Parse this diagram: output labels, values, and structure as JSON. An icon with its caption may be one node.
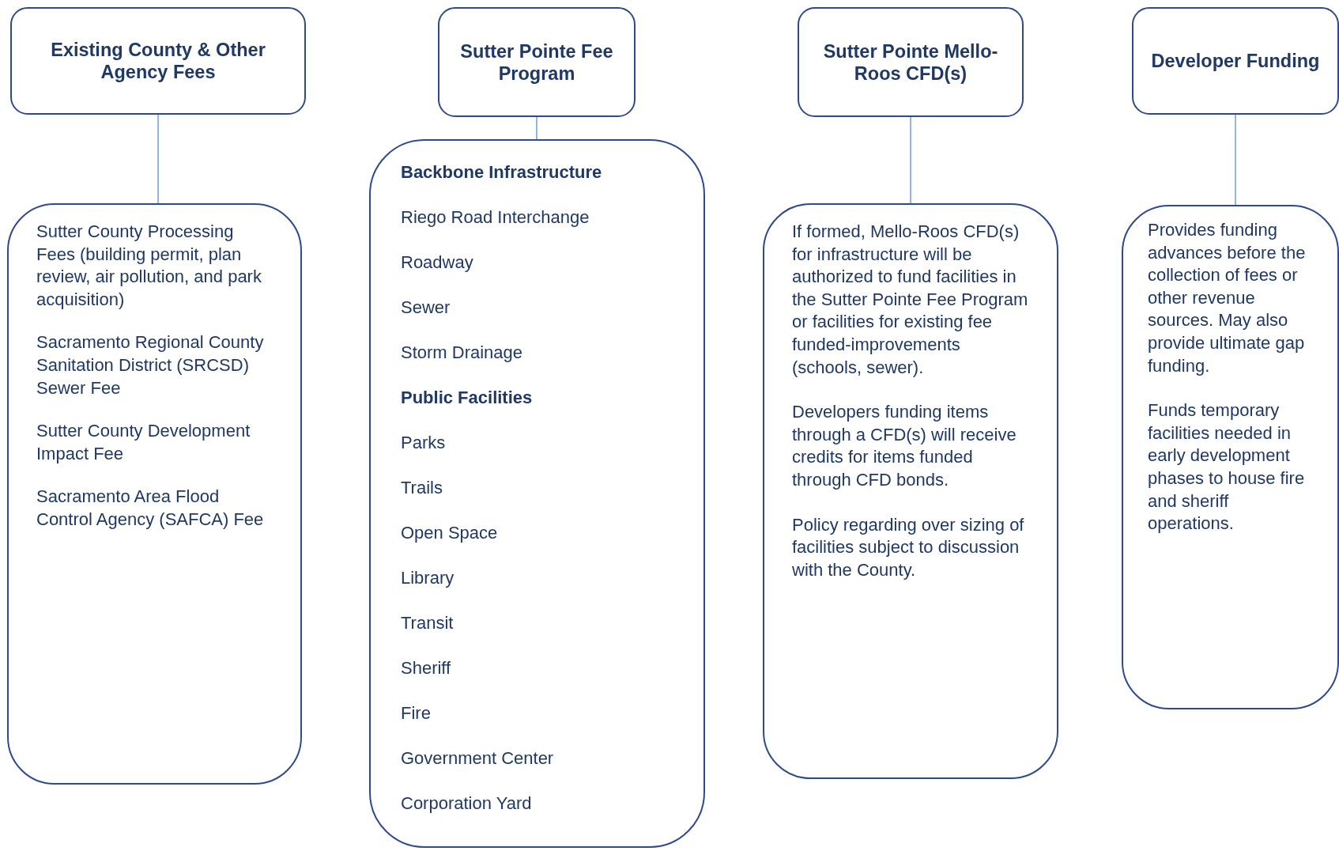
{
  "diagram": {
    "nodes": [
      {
        "text": [
          "Existing County & Other Agency Fees"
        ]
      },
      {
        "text": [
          "Sutter County Processing Fees (building permit, plan review, air pollution, and park acquisition)",
          "Sacramento Regional County Sanitation District (SRCSD) Sewer Fee",
          "Sutter County Development Impact Fee",
          "Sacramento Area Flood Control Agency (SAFCA) Fee"
        ]
      },
      {
        "text": [
          "Sutter Pointe Fee Program"
        ]
      },
      {
        "text": [
          "Backbone Infrastructure",
          "Riego Road Interchange",
          "Roadway",
          "Sewer",
          "Storm Drainage",
          "Public Facilities",
          "Parks",
          "Trails",
          "Open Space",
          "Library",
          "Transit",
          "Sheriff",
          "Fire",
          "Government Center",
          "Corporation Yard"
        ]
      },
      {
        "text": [
          "Sutter Pointe Mello-Roos CFD(s)"
        ]
      },
      {
        "text": [
          "If formed, Mello-Roos CFD(s) for infrastructure will be authorized to fund facilities in the Sutter Pointe Fee Program or facilities for existing fee funded-improvements (schools, sewer).",
          "Developers funding items through a CFD(s) will receive credits for items funded through CFD bonds.",
          "Policy regarding over sizing of facilities subject to discussion with the County."
        ]
      },
      {
        "text": [
          "Developer Funding"
        ]
      },
      {
        "text": [
          "Provides funding advances before the collection of fees or other revenue sources. May also provide ultimate gap funding.",
          "Funds temporary facilities needed in early development phases to house fire and sheriff operations."
        ]
      }
    ],
    "edges": [
      {
        "from": 0,
        "to": 1,
        "arrow": "none"
      },
      {
        "from": 2,
        "to": 3,
        "arrow": "none"
      },
      {
        "from": 4,
        "to": 5,
        "arrow": "none"
      },
      {
        "from": 6,
        "to": 7,
        "arrow": "none"
      }
    ]
  }
}
